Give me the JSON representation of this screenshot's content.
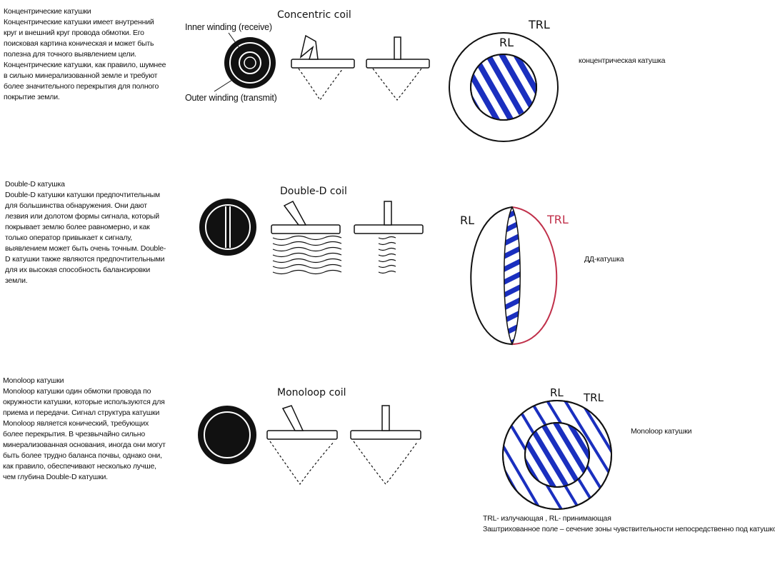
{
  "sections": {
    "concentric": {
      "heading": "Концентрические катушки",
      "body": "Концентрические катушки имеет внутренний круг и внешний круг провода обмотки. Его поисковая картина коническая и может быть полезна для точного выявлением цели. Концентрические катушки, как правило, шумнее в сильно минерализованной земле и требуют более значительного перекрытия для полного покрытие земли.",
      "diagram_title": "Concentric coil",
      "inner_label": "Inner winding (receive)",
      "outer_label": "Outer winding (transmit)",
      "trl_label": "TRL",
      "rl_label": "RL",
      "caption": "концентрическая катушка"
    },
    "double_d": {
      "heading": "Double-D катушка",
      "body": "Double-D катушки катушки предпочтительным для большинства обнаружения. Они дают лезвия или долотом формы сигнала, который покрывает землю более равномерно, и как только оператор привыкает к сигналу, выявлением может быть очень точным. Double-D катушки также являются предпочтительными для их высокая способность балансировки земли.",
      "diagram_title": "Double-D coil",
      "rl_label": "RL",
      "trl_label": "TRL",
      "caption": "ДД-катушка"
    },
    "monoloop": {
      "heading": "Monoloop катушки",
      "body": "Monoloop катушки один обмотки провода по окружности катушки, которые используются для приема и передачи. Сигнал структура катушки Monoloop является конический, требующих более перекрытия. В чрезвычайно сильно минерализованная основания, иногда они могут быть более трудно баланса почвы, однако они, как правило, обеспечивают несколько лучше, чем глубина Double-D катушки.",
      "diagram_title": "Monoloop coil",
      "rl_label": "RL",
      "trl_label": "TRL",
      "caption": "Monoloop катушки"
    }
  },
  "legend": {
    "line1": "TRL- излучающая , RL- принимающая",
    "line2": "Заштрихованное поле –  сечение зоны чувствительности непосредственно под катушкой."
  },
  "colors": {
    "hatch": "#1a2fbf",
    "trl_red": "#c0304a",
    "ink": "#111111"
  }
}
